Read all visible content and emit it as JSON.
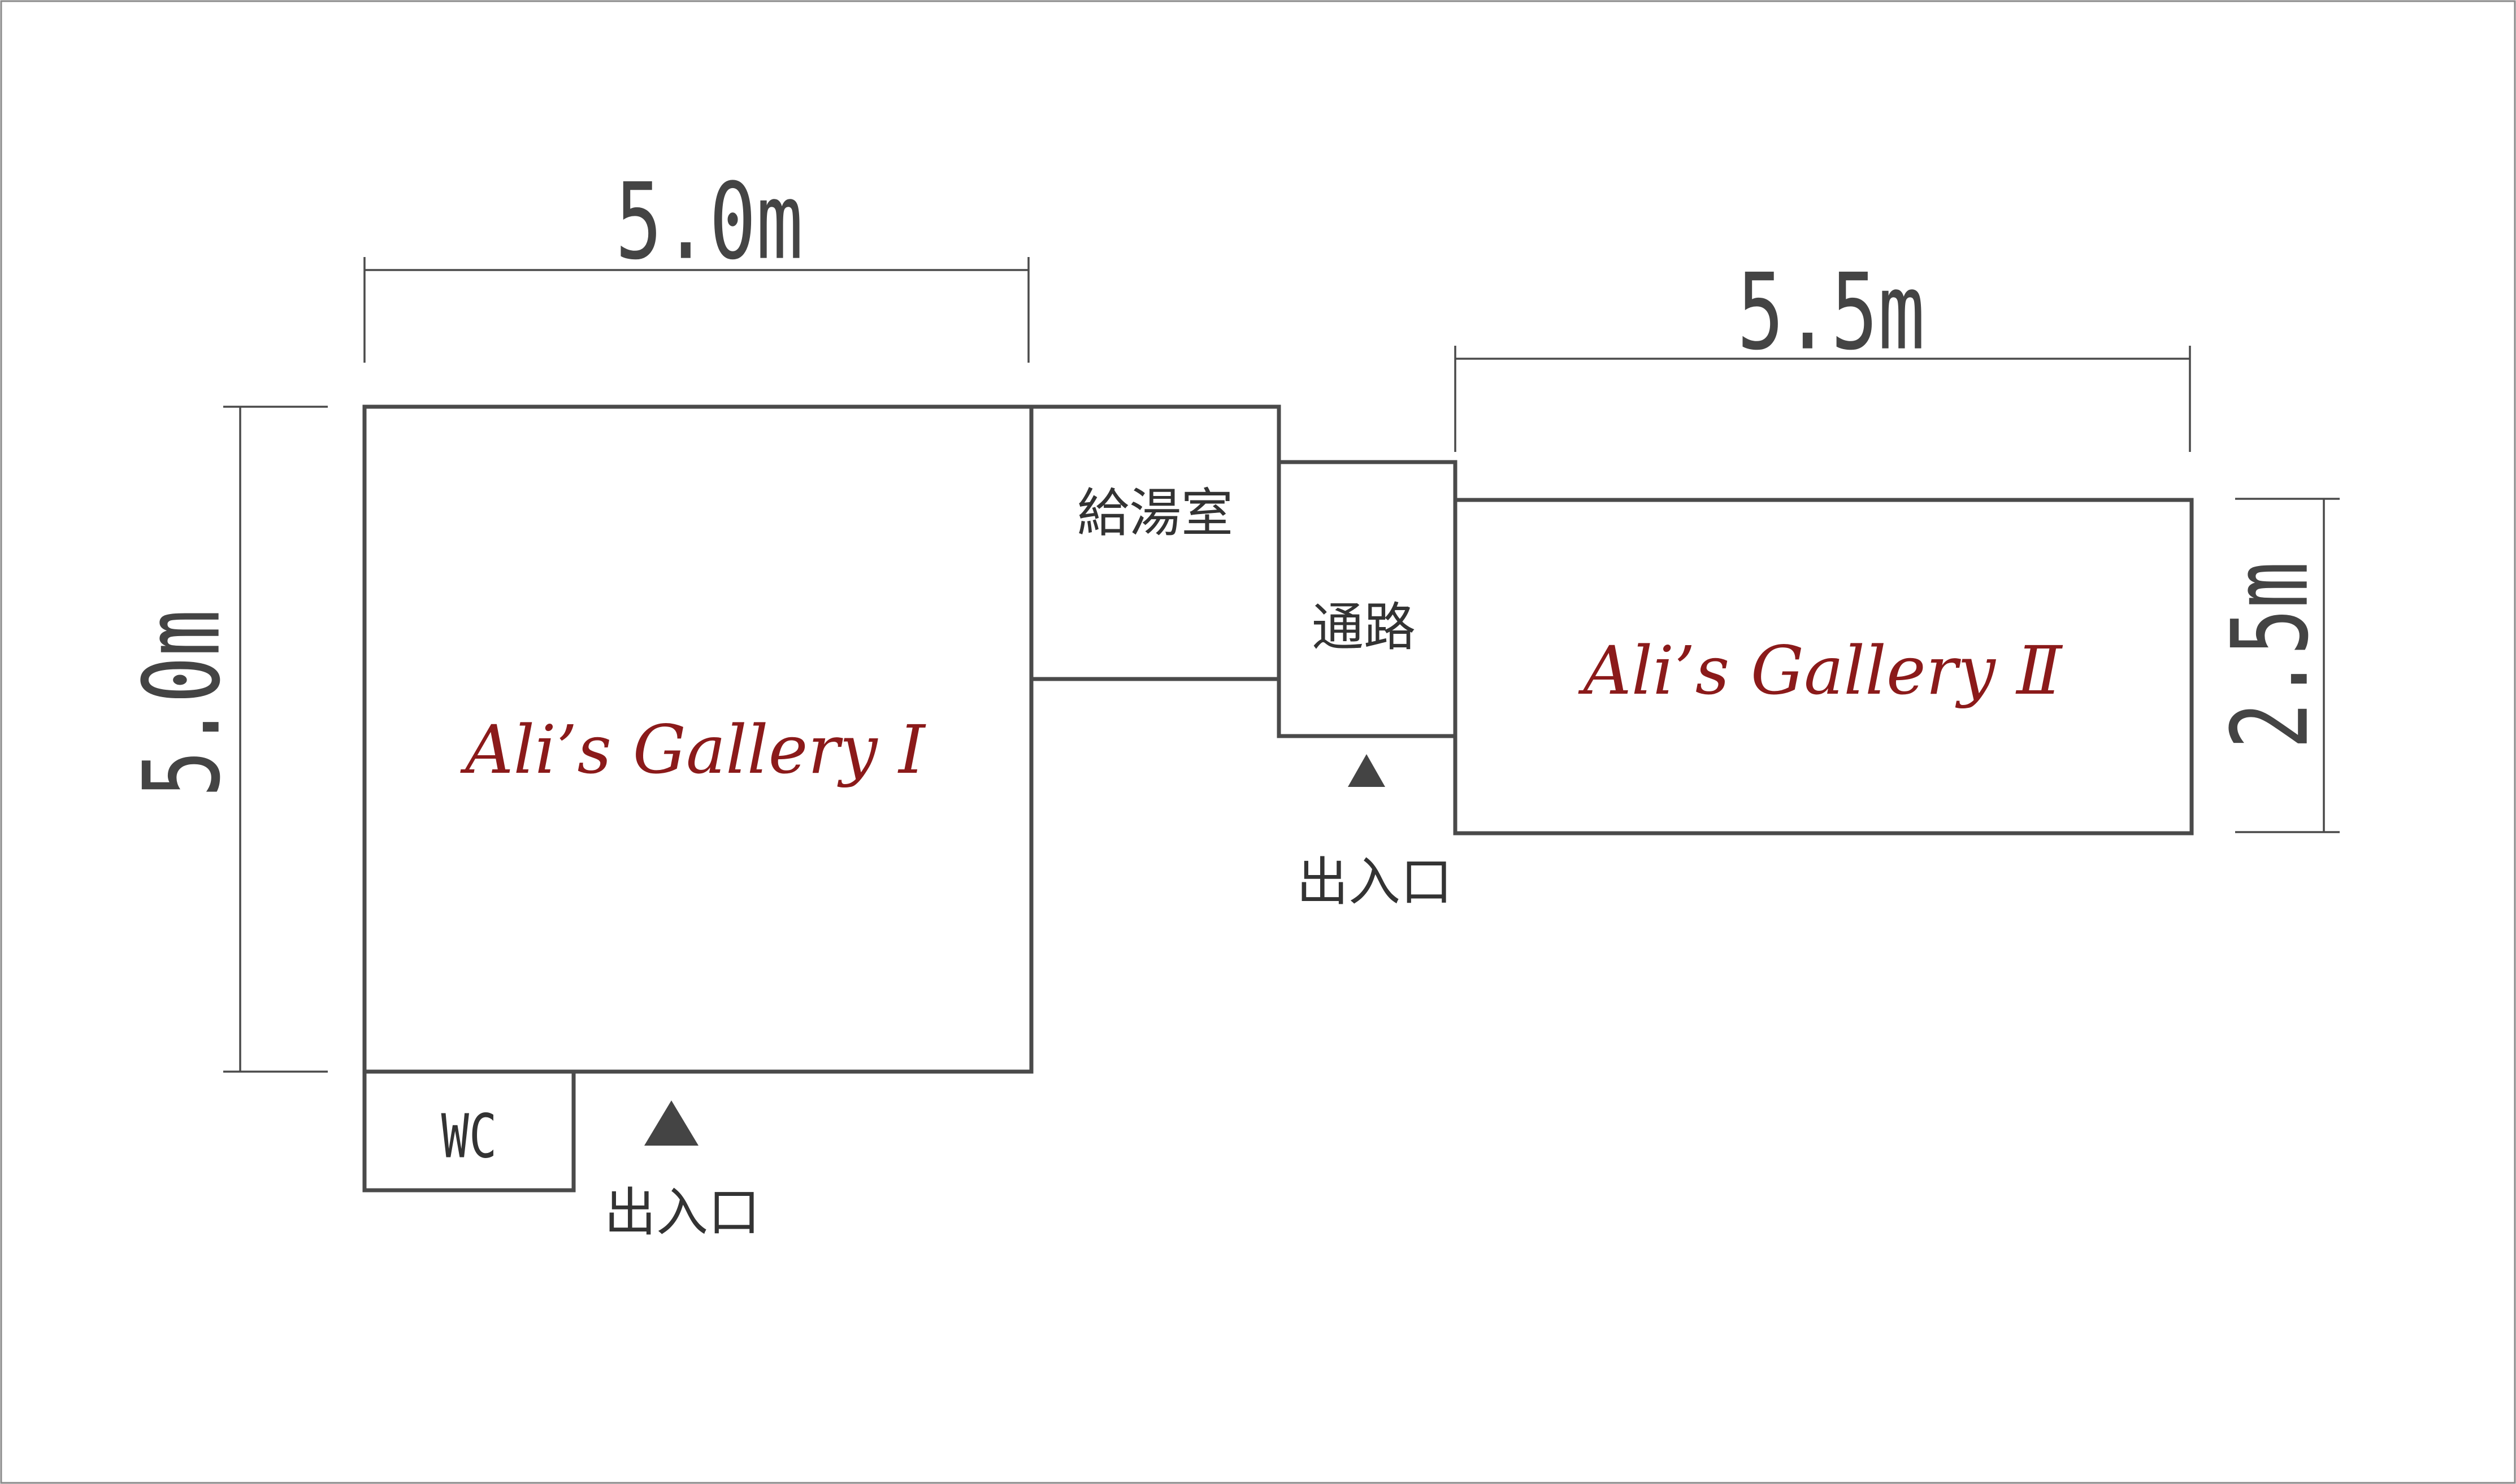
{
  "dimensions": {
    "gallery1_width": "5.0m",
    "gallery1_depth": "5.0m",
    "gallery2_width": "5.5m",
    "gallery2_depth": "2.5m"
  },
  "rooms": {
    "gallery1": "Ali’s Gallery Ⅰ",
    "gallery2": "Ali’s Gallery Ⅱ",
    "kitchenette": "給湯室",
    "passage": "通路",
    "wc": "WC"
  },
  "entrances": {
    "main": "出入口",
    "passage": "出入口"
  },
  "colors": {
    "walls": "#4a4a4a",
    "gallery_names": "#8b1a1a",
    "labels": "#333333",
    "background": "#ffffff"
  }
}
